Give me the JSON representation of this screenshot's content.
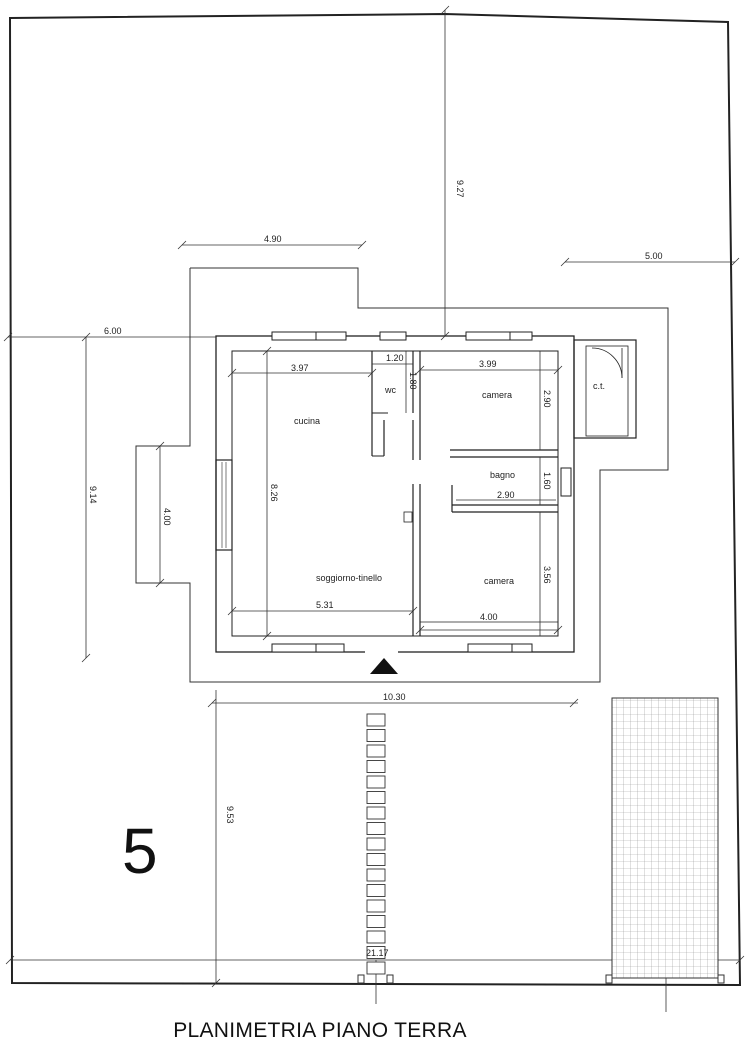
{
  "plan": {
    "caption": "PLANIMETRIA PIANO TERRA",
    "lot_number": "5",
    "rooms": {
      "cucina": "cucina",
      "soggiorno": "soggiorno-tinello",
      "wc": "wc",
      "camera_top": "camera",
      "camera_bottom": "camera",
      "bagno": "bagno",
      "ct": "c.t."
    },
    "dimensions": {
      "d_927": "9.27",
      "d_490": "4.90",
      "d_500": "5.00",
      "d_600": "6.00",
      "d_120": "1.20",
      "d_397": "3.97",
      "d_399": "3.99",
      "d_180": "1.80",
      "d_290v": "2.90",
      "d_160": "1.60",
      "d_290h": "2.90",
      "d_914": "9.14",
      "d_400v": "4.00",
      "d_826": "8.26",
      "d_531": "5.31",
      "d_356": "3.56",
      "d_400h": "4.00",
      "d_1030": "10.30",
      "d_953": "9.53",
      "d_2117": "21.17"
    }
  }
}
